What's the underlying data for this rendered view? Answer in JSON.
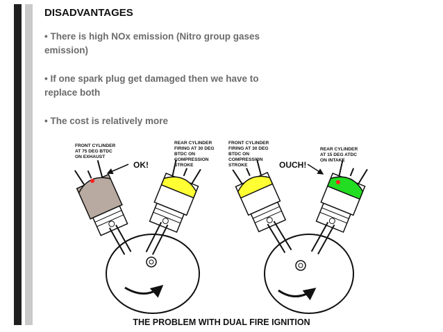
{
  "slide": {
    "title": "DISADVANTAGES",
    "bullets": [
      "• There is high NOx emission (Nitro group gases emission)",
      "• If one spark plug get damaged then we have to replace both",
      "• The cost is relatively more"
    ],
    "caption": "THE PROBLEM WITH DUAL FIRE IGNITION"
  },
  "diagram": {
    "left_engine": {
      "front_label": [
        "FRONT CYLINDER",
        "AT 75 DEG BTDC",
        "ON EXHAUST"
      ],
      "rear_label": [
        "REAR CYLINDER",
        "FIRING AT 30 DEG",
        "BTDC ON",
        "COMPRESSION",
        "STROKE"
      ],
      "status": "OK!"
    },
    "right_engine": {
      "front_label": [
        "FRONT CYLINDER",
        "FIRING AT 30 DEG",
        "BTDC ON",
        "COMPRESSION",
        "STROKE"
      ],
      "rear_label": [
        "REAR CYLINDER",
        "AT 15 DEG ATDC",
        "ON INTAKE"
      ],
      "status": "OUCH!"
    },
    "colors": {
      "exhaust_cylinder": "#b8aaa0",
      "compression_cylinder": "#ffff33",
      "intake_cylinder": "#22dd22",
      "spark_dot": "#ff2222"
    }
  }
}
